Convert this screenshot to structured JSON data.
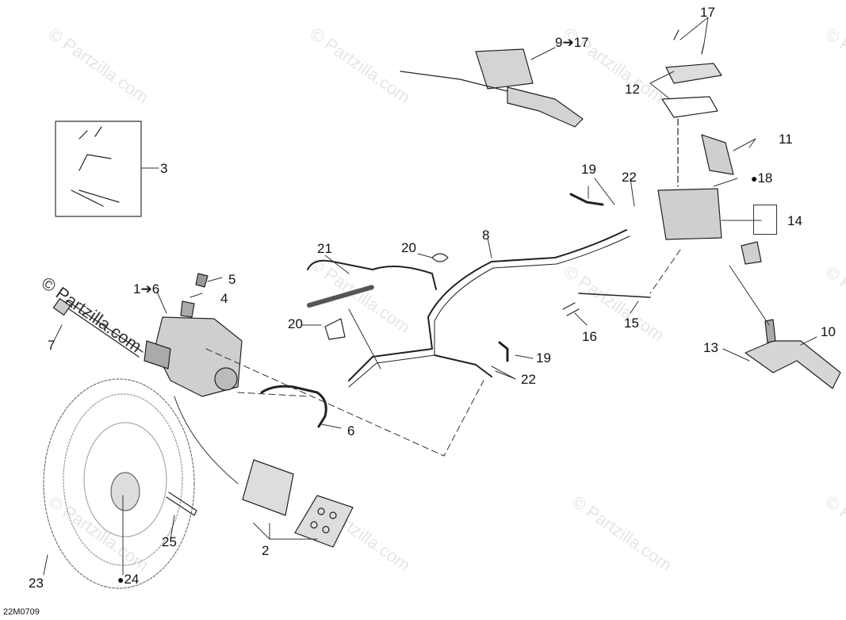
{
  "diagram_code": "22M0709",
  "watermark": "© Partzilla.com",
  "callouts": {
    "c1_6": "1➔6",
    "c2": "2",
    "c3": "3",
    "c4": "4",
    "c5": "5",
    "c6": "6",
    "c7": "7",
    "c8": "8",
    "c9_17": "9➔17",
    "c10": "10",
    "c11": "11",
    "c12": "12",
    "c13": "13",
    "c14": "14",
    "c15": "15",
    "c16": "16",
    "c17": "17",
    "c18": "18",
    "c19a": "19",
    "c19b": "19",
    "c20a": "20",
    "c20b": "20",
    "c21": "21",
    "c22a": "22",
    "c22b": "22",
    "c23": "23",
    "c24": "24",
    "c25": "25"
  },
  "icons": {
    "oil_drop": "drop-icon",
    "grease": "grease-icon"
  }
}
